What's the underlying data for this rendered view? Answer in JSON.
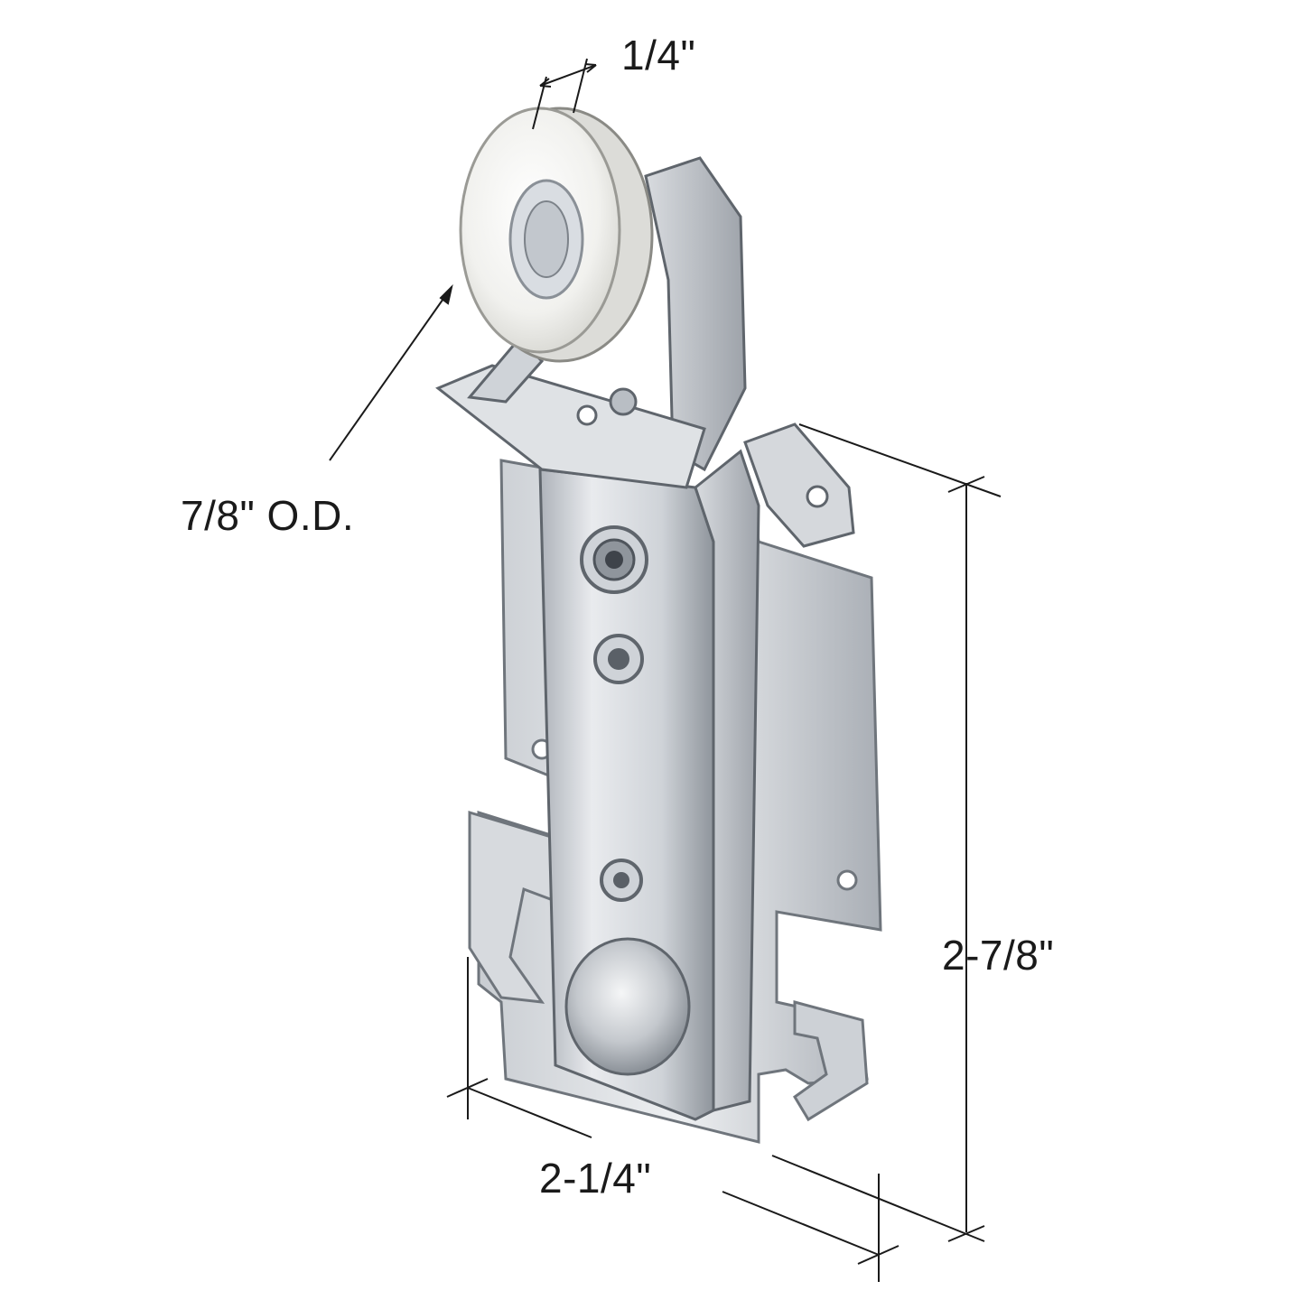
{
  "figure": {
    "subject": "sliding closet door roller bracket",
    "dimensions": {
      "wheel_width": "1/4\"",
      "wheel_diameter": "7/8\" O.D.",
      "overall_height": "2-7/8\"",
      "overall_width": "2-1/4\""
    }
  },
  "colors": {
    "metal_light": "#e6e8eb",
    "metal_mid": "#b9bec4",
    "metal_dark": "#7c8289",
    "wheel": "#f4f4f2",
    "line": "#1a1a1a"
  }
}
